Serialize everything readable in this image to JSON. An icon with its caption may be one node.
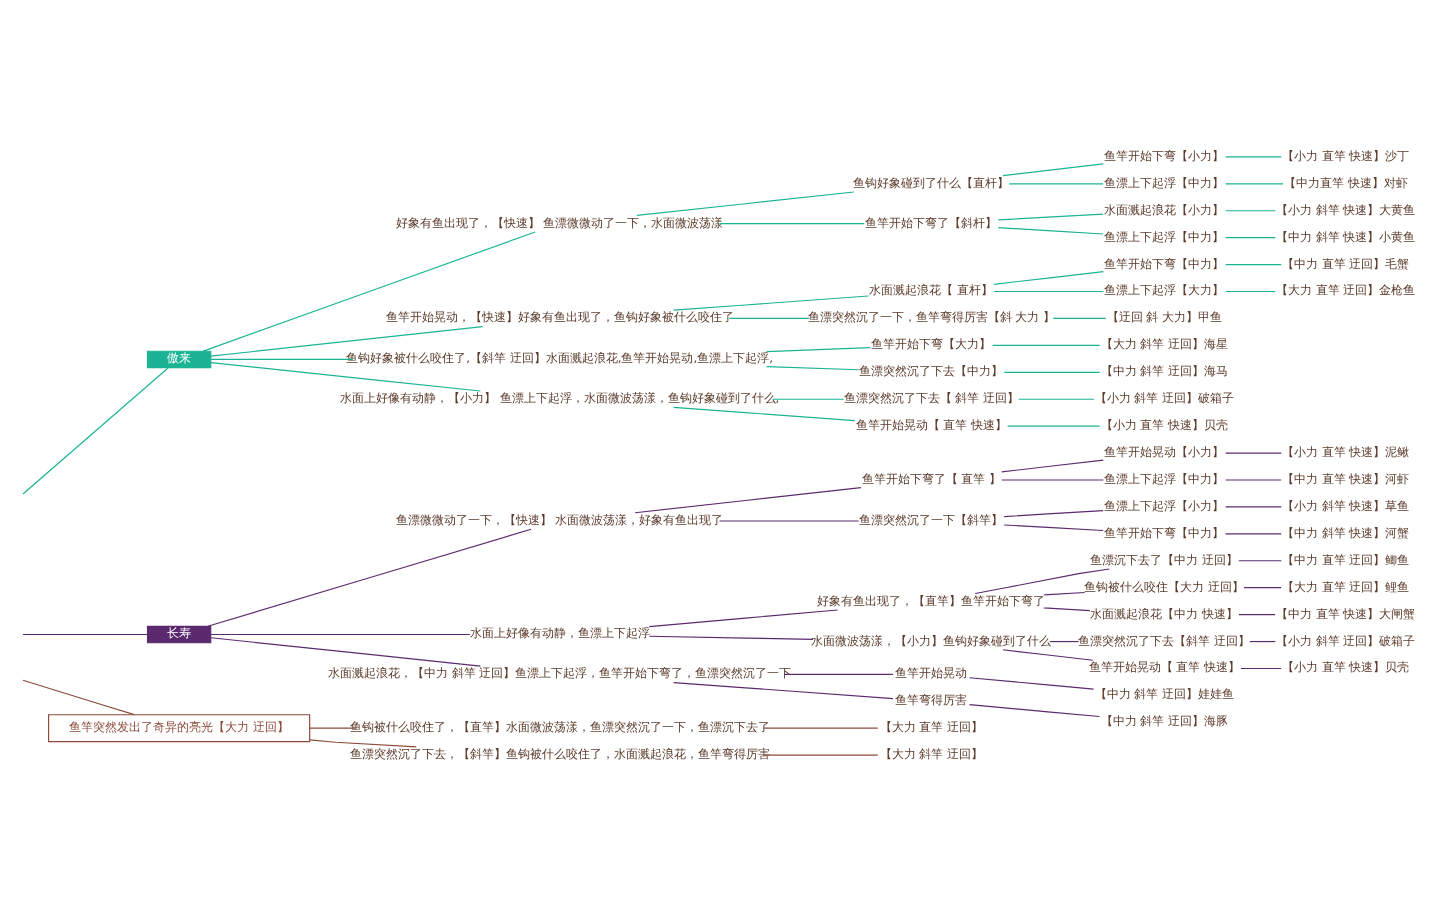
{
  "diagram": {
    "nodes": [
      {
        "text": [
          "傲来"
        ]
      },
      {
        "text": [
          "好象有鱼出现了，【快速】 鱼漂微微动了一下，水面微波荡漾"
        ]
      },
      {
        "text": [
          "鱼钩好象碰到了什么【直杆】"
        ]
      },
      {
        "text": [
          "鱼竿开始下弯【小力】"
        ]
      },
      {
        "text": [
          "【小力 直竿 快速】沙丁"
        ]
      },
      {
        "text": [
          "鱼漂上下起浮【中力】"
        ]
      },
      {
        "text": [
          "【中力直竿 快速】对虾"
        ]
      },
      {
        "text": [
          "鱼竿开始下弯了【斜杆】"
        ]
      },
      {
        "text": [
          "水面溅起浪花【小力】"
        ]
      },
      {
        "text": [
          "【小力 斜竿 快速】大黄鱼"
        ]
      },
      {
        "text": [
          "鱼漂上下起浮【中力】"
        ]
      },
      {
        "text": [
          "【中力 斜竿 快速】小黄鱼"
        ]
      },
      {
        "text": [
          "鱼竿开始晃动，【快速】好象有鱼出现了，鱼钩好象被什么咬住了"
        ]
      },
      {
        "text": [
          "水面溅起浪花【 直杆】"
        ]
      },
      {
        "text": [
          "鱼竿开始下弯【中力】"
        ]
      },
      {
        "text": [
          "【中力 直竿 迂回】毛蟹"
        ]
      },
      {
        "text": [
          "鱼漂上下起浮【大力】"
        ]
      },
      {
        "text": [
          "【大力 直竿 迂回】金枪鱼"
        ]
      },
      {
        "text": [
          "鱼漂突然沉了一下，鱼竿弯得厉害【斜 大力 】"
        ]
      },
      {
        "text": [
          "【迂回 斜 大力】甲鱼"
        ]
      },
      {
        "text": [
          "鱼钩好象被什么咬住了,【斜竿 迂回】水面溅起浪花,鱼竿开始晃动,鱼漂上下起浮,"
        ]
      },
      {
        "text": [
          "鱼竿开始下弯【大力】"
        ]
      },
      {
        "text": [
          "【大力 斜竿 迂回】海星"
        ]
      },
      {
        "text": [
          "鱼漂突然沉了下去【中力】"
        ]
      },
      {
        "text": [
          "【中力 斜竿 迂回】海马"
        ]
      },
      {
        "text": [
          "水面上好像有动静，【小力】 鱼漂上下起浮，水面微波荡漾，鱼钩好象碰到了什么,"
        ]
      },
      {
        "text": [
          "鱼漂突然沉了下去【 斜竿 迂回】"
        ]
      },
      {
        "text": [
          "【小力 斜竿 迂回】破箱子"
        ]
      },
      {
        "text": [
          "鱼竿开始晃动【 直竿 快速】"
        ]
      },
      {
        "text": [
          "【小力 直竿 快速】贝壳"
        ]
      },
      {
        "text": [
          "长寿"
        ]
      },
      {
        "text": [
          "鱼漂微微动了一下，【快速】 水面微波荡漾，好象有鱼出现了"
        ]
      },
      {
        "text": [
          "鱼竿开始下弯了【 直竿 】"
        ]
      },
      {
        "text": [
          "鱼竿开始晃动【小力】"
        ]
      },
      {
        "text": [
          "【小力 直竿 快速】泥鳅"
        ]
      },
      {
        "text": [
          "鱼漂上下起浮【中力】"
        ]
      },
      {
        "text": [
          "【中力 直竿 快速】河虾"
        ]
      },
      {
        "text": [
          "鱼漂突然沉了一下【斜竿】"
        ]
      },
      {
        "text": [
          "鱼漂上下起浮【小力】"
        ]
      },
      {
        "text": [
          "【小力 斜竿 快速】草鱼"
        ]
      },
      {
        "text": [
          "鱼竿开始下弯【中力】"
        ]
      },
      {
        "text": [
          "【中力 斜竿 快速】河蟹"
        ]
      },
      {
        "text": [
          "水面上好像有动静，鱼漂上下起浮"
        ]
      },
      {
        "text": [
          "好象有鱼出现了，【直竿】鱼竿开始下弯了"
        ]
      },
      {
        "text": [
          "鱼漂沉下去了【中力 迂回】"
        ]
      },
      {
        "text": [
          "【中力 直竿 迂回】鲫鱼"
        ]
      },
      {
        "text": [
          "鱼钩被什么咬住【大力 迂回】"
        ]
      },
      {
        "text": [
          "【大力 直竿 迂回】鲤鱼"
        ]
      },
      {
        "text": [
          "水面溅起浪花【中力 快速】"
        ]
      },
      {
        "text": [
          "【中力 直竿 快速】大闸蟹"
        ]
      },
      {
        "text": [
          "水面微波荡漾，【小力】鱼钩好象碰到了什么"
        ]
      },
      {
        "text": [
          "鱼漂突然沉了下去【斜竿 迂回】"
        ]
      },
      {
        "text": [
          "【小力 斜竿 迂回】破箱子"
        ]
      },
      {
        "text": [
          "鱼竿开始晃动【 直竿 快速】"
        ]
      },
      {
        "text": [
          "【小力 直竿 快速】贝壳"
        ]
      },
      {
        "text": [
          "水面溅起浪花，【中力 斜竿 迂回】鱼漂上下起浮，鱼竿开始下弯了，鱼漂突然沉了一下"
        ]
      },
      {
        "text": [
          "鱼竿开始晃动"
        ]
      },
      {
        "text": [
          "【中力 斜竿 迂回】娃娃鱼"
        ]
      },
      {
        "text": [
          "鱼竿弯得厉害"
        ]
      },
      {
        "text": [
          "【中力 斜竿 迂回】海豚"
        ]
      },
      {
        "text": [
          "鱼竿突然发出了奇异的亮光【大力 迂回】"
        ]
      },
      {
        "text": [
          "鱼钩被什么咬住了，【直竿】水面微波荡漾，鱼漂突然沉了一下，鱼漂沉下去了"
        ]
      },
      {
        "text": [
          "【大力 直竿 迂回】"
        ]
      },
      {
        "text": [
          "鱼漂突然沉了下去，【斜竿】鱼钩被什么咬住了，水面溅起浪花，鱼竿弯得厉害"
        ]
      },
      {
        "text": [
          "【大力 斜竿 迂回】"
        ]
      }
    ],
    "edges": [
      {
        "from": null,
        "to": 0,
        "arrow": "none",
        "color": "#1ab394"
      },
      {
        "from": 0,
        "to": 1,
        "arrow": "none",
        "color": "#1ab394"
      },
      {
        "from": 1,
        "to": 2,
        "arrow": "none",
        "color": "#1ab394"
      },
      {
        "from": 2,
        "to": 3,
        "arrow": "none",
        "color": "#1ab394"
      },
      {
        "from": 3,
        "to": 4,
        "arrow": "none",
        "color": "#1ab394"
      },
      {
        "from": 2,
        "to": 5,
        "arrow": "none",
        "color": "#1ab394"
      },
      {
        "from": 5,
        "to": 6,
        "arrow": "none",
        "color": "#1ab394"
      },
      {
        "from": 1,
        "to": 7,
        "arrow": "none",
        "color": "#1ab394"
      },
      {
        "from": 7,
        "to": 8,
        "arrow": "none",
        "color": "#1ab394"
      },
      {
        "from": 8,
        "to": 9,
        "arrow": "none",
        "color": "#1ab394"
      },
      {
        "from": 7,
        "to": 10,
        "arrow": "none",
        "color": "#1ab394"
      },
      {
        "from": 10,
        "to": 11,
        "arrow": "none",
        "color": "#1ab394"
      },
      {
        "from": 0,
        "to": 12,
        "arrow": "none",
        "color": "#1ab394"
      },
      {
        "from": 12,
        "to": 13,
        "arrow": "none",
        "color": "#1ab394"
      },
      {
        "from": 13,
        "to": 14,
        "arrow": "none",
        "color": "#1ab394"
      },
      {
        "from": 14,
        "to": 15,
        "arrow": "none",
        "color": "#1ab394"
      },
      {
        "from": 13,
        "to": 16,
        "arrow": "none",
        "color": "#1ab394"
      },
      {
        "from": 16,
        "to": 17,
        "arrow": "none",
        "color": "#1ab394"
      },
      {
        "from": 12,
        "to": 18,
        "arrow": "none",
        "color": "#1ab394"
      },
      {
        "from": 18,
        "to": 19,
        "arrow": "none",
        "color": "#1ab394"
      },
      {
        "from": 0,
        "to": 20,
        "arrow": "none",
        "color": "#1ab394"
      },
      {
        "from": 20,
        "to": 21,
        "arrow": "none",
        "color": "#1ab394"
      },
      {
        "from": 21,
        "to": 22,
        "arrow": "none",
        "color": "#1ab394"
      },
      {
        "from": 20,
        "to": 23,
        "arrow": "none",
        "color": "#1ab394"
      },
      {
        "from": 23,
        "to": 24,
        "arrow": "none",
        "color": "#1ab394"
      },
      {
        "from": 0,
        "to": 25,
        "arrow": "none",
        "color": "#1ab394"
      },
      {
        "from": 25,
        "to": 26,
        "arrow": "none",
        "color": "#1ab394"
      },
      {
        "from": 26,
        "to": 27,
        "arrow": "none",
        "color": "#1ab394"
      },
      {
        "from": 25,
        "to": 28,
        "arrow": "none",
        "color": "#1ab394"
      },
      {
        "from": 28,
        "to": 29,
        "arrow": "none",
        "color": "#1ab394"
      },
      {
        "from": null,
        "to": 30,
        "arrow": "none",
        "color": "#5b2a6e"
      },
      {
        "from": 30,
        "to": 31,
        "arrow": "none",
        "color": "#5b2a6e"
      },
      {
        "from": 31,
        "to": 32,
        "arrow": "none",
        "color": "#5b2a6e"
      },
      {
        "from": 32,
        "to": 33,
        "arrow": "none",
        "color": "#5b2a6e"
      },
      {
        "from": 33,
        "to": 34,
        "arrow": "none",
        "color": "#5b2a6e"
      },
      {
        "from": 32,
        "to": 35,
        "arrow": "none",
        "color": "#5b2a6e"
      },
      {
        "from": 35,
        "to": 36,
        "arrow": "none",
        "color": "#5b2a6e"
      },
      {
        "from": 31,
        "to": 37,
        "arrow": "none",
        "color": "#5b2a6e"
      },
      {
        "from": 37,
        "to": 38,
        "arrow": "none",
        "color": "#5b2a6e"
      },
      {
        "from": 38,
        "to": 39,
        "arrow": "none",
        "color": "#5b2a6e"
      },
      {
        "from": 37,
        "to": 40,
        "arrow": "none",
        "color": "#5b2a6e"
      },
      {
        "from": 40,
        "to": 41,
        "arrow": "none",
        "color": "#5b2a6e"
      },
      {
        "from": 30,
        "to": 42,
        "arrow": "none",
        "color": "#5b2a6e"
      },
      {
        "from": 42,
        "to": 43,
        "arrow": "none",
        "color": "#5b2a6e"
      },
      {
        "from": 43,
        "to": 44,
        "arrow": "none",
        "color": "#5b2a6e"
      },
      {
        "from": 44,
        "to": 45,
        "arrow": "none",
        "color": "#5b2a6e"
      },
      {
        "from": 43,
        "to": 46,
        "arrow": "none",
        "color": "#5b2a6e"
      },
      {
        "from": 46,
        "to": 47,
        "arrow": "none",
        "color": "#5b2a6e"
      },
      {
        "from": 43,
        "to": 48,
        "arrow": "none",
        "color": "#5b2a6e"
      },
      {
        "from": 48,
        "to": 49,
        "arrow": "none",
        "color": "#5b2a6e"
      },
      {
        "from": 42,
        "to": 50,
        "arrow": "none",
        "color": "#5b2a6e"
      },
      {
        "from": 50,
        "to": 51,
        "arrow": "none",
        "color": "#5b2a6e"
      },
      {
        "from": 51,
        "to": 52,
        "arrow": "none",
        "color": "#5b2a6e"
      },
      {
        "from": 50,
        "to": 53,
        "arrow": "none",
        "color": "#5b2a6e"
      },
      {
        "from": 53,
        "to": 54,
        "arrow": "none",
        "color": "#5b2a6e"
      },
      {
        "from": 30,
        "to": 55,
        "arrow": "none",
        "color": "#5b2a6e"
      },
      {
        "from": 55,
        "to": 56,
        "arrow": "none",
        "color": "#5b2a6e"
      },
      {
        "from": 56,
        "to": 57,
        "arrow": "none",
        "color": "#5b2a6e"
      },
      {
        "from": 55,
        "to": 58,
        "arrow": "none",
        "color": "#5b2a6e"
      },
      {
        "from": 58,
        "to": 59,
        "arrow": "none",
        "color": "#5b2a6e"
      },
      {
        "from": null,
        "to": 60,
        "arrow": "none",
        "color": "#8b4a3a"
      },
      {
        "from": 60,
        "to": 61,
        "arrow": "none",
        "color": "#8b4a3a"
      },
      {
        "from": 61,
        "to": 62,
        "arrow": "none",
        "color": "#8b4a3a"
      },
      {
        "from": 60,
        "to": 63,
        "arrow": "none",
        "color": "#8b4a3a"
      },
      {
        "from": 63,
        "to": 64,
        "arrow": "none",
        "color": "#8b4a3a"
      }
    ]
  }
}
